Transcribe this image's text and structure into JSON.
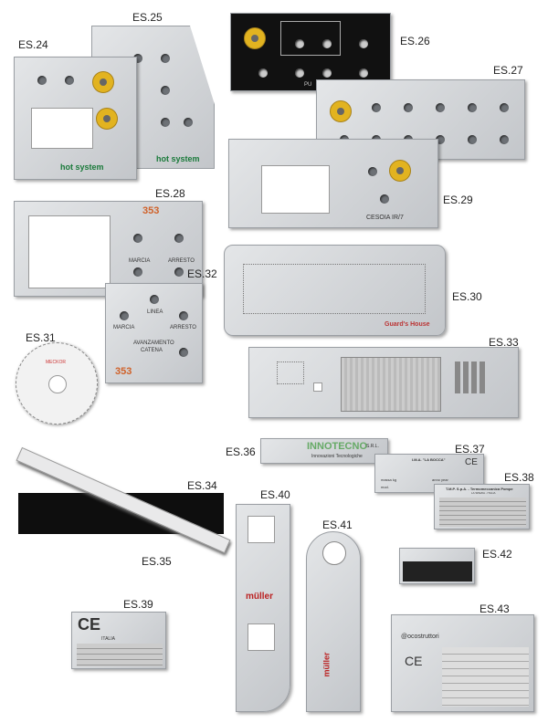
{
  "items": {
    "es24": {
      "label": "ES.24",
      "brand": "hot system"
    },
    "es25": {
      "label": "ES.25",
      "brand": "hot system"
    },
    "es26": {
      "label": "ES.26",
      "text": "PU"
    },
    "es27": {
      "label": "ES.27"
    },
    "es28": {
      "label": "ES.28",
      "brand": "353",
      "marcia": "MARCIA",
      "arresto": "ARRESTO"
    },
    "es29": {
      "label": "ES.29",
      "text": "CESOIA IR/7"
    },
    "es30": {
      "label": "ES.30",
      "brand": "Guard's House"
    },
    "es31": {
      "label": "ES.31",
      "text": "MECKOR"
    },
    "es32": {
      "label": "ES.32",
      "linea": "LINEA",
      "marcia": "MARCIA",
      "arresto": "ARRESTO",
      "avanzamento": "AVANZAMENTO",
      "catena": "CATENA",
      "brand": "353"
    },
    "es33": {
      "label": "ES.33"
    },
    "es34": {
      "label": "ES.34"
    },
    "es35": {
      "label": "ES.35"
    },
    "es36": {
      "label": "ES.36",
      "brand": "INNOTECNO",
      "suffix": "S.R.L.",
      "tagline": "Innovazioni Tecnologiche"
    },
    "es37": {
      "label": "ES.37",
      "title": "I.M.A. \"LA BOCCA\"",
      "ce": "CE",
      "f1": "massa kg",
      "f2": "anno year",
      "f3": "mod."
    },
    "es38": {
      "label": "ES.38",
      "title": "T.M.P. S.p.A. - Termomeccanica Pompe",
      "sub": "LA SPEZIA - ITALIA"
    },
    "es39": {
      "label": "ES.39",
      "ce": "CE",
      "text": "ITALIA"
    },
    "es40": {
      "label": "ES.40",
      "brand": "müller"
    },
    "es41": {
      "label": "ES.41",
      "brand": "müller"
    },
    "es42": {
      "label": "ES.42"
    },
    "es43": {
      "label": "ES.43",
      "brand": "@ocostruttori",
      "ce": "CE"
    }
  }
}
